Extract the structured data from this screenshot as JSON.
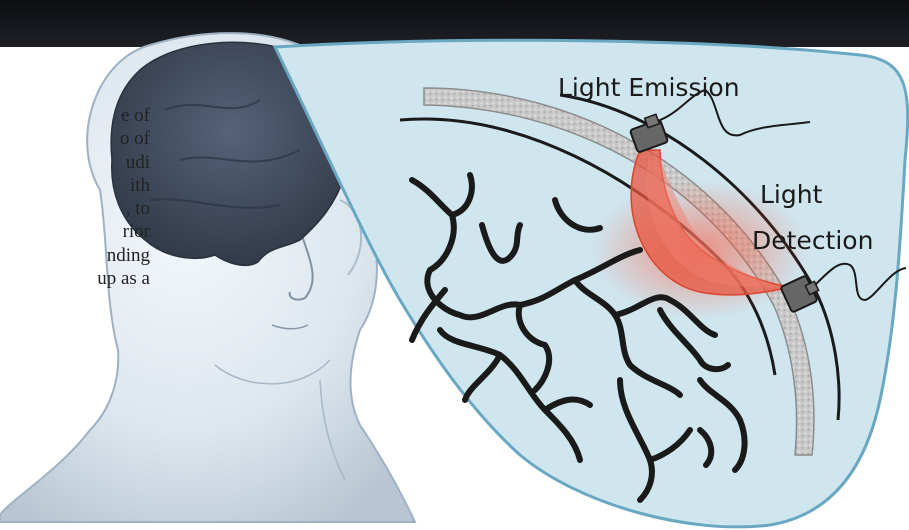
{
  "page": {
    "text_fragments": [
      "e of",
      "o of",
      "udi",
      "ith",
      ", to",
      "rior",
      "nding",
      "up as a"
    ]
  },
  "diagram": {
    "labels": {
      "emission": "Light Emission",
      "detection_line1": "Light",
      "detection_line2": "Detection"
    },
    "colors": {
      "top_bar": "#141519",
      "head": "#dfe7ef",
      "brain": "#3f4a59",
      "magnifier_fill": "#cfe6ef",
      "magnifier_stroke": "#6aa8c2",
      "light_path": "#e8553f",
      "vessel": "#1a1a1a"
    },
    "icons": [
      "light-source-icon",
      "light-detector-icon"
    ]
  }
}
